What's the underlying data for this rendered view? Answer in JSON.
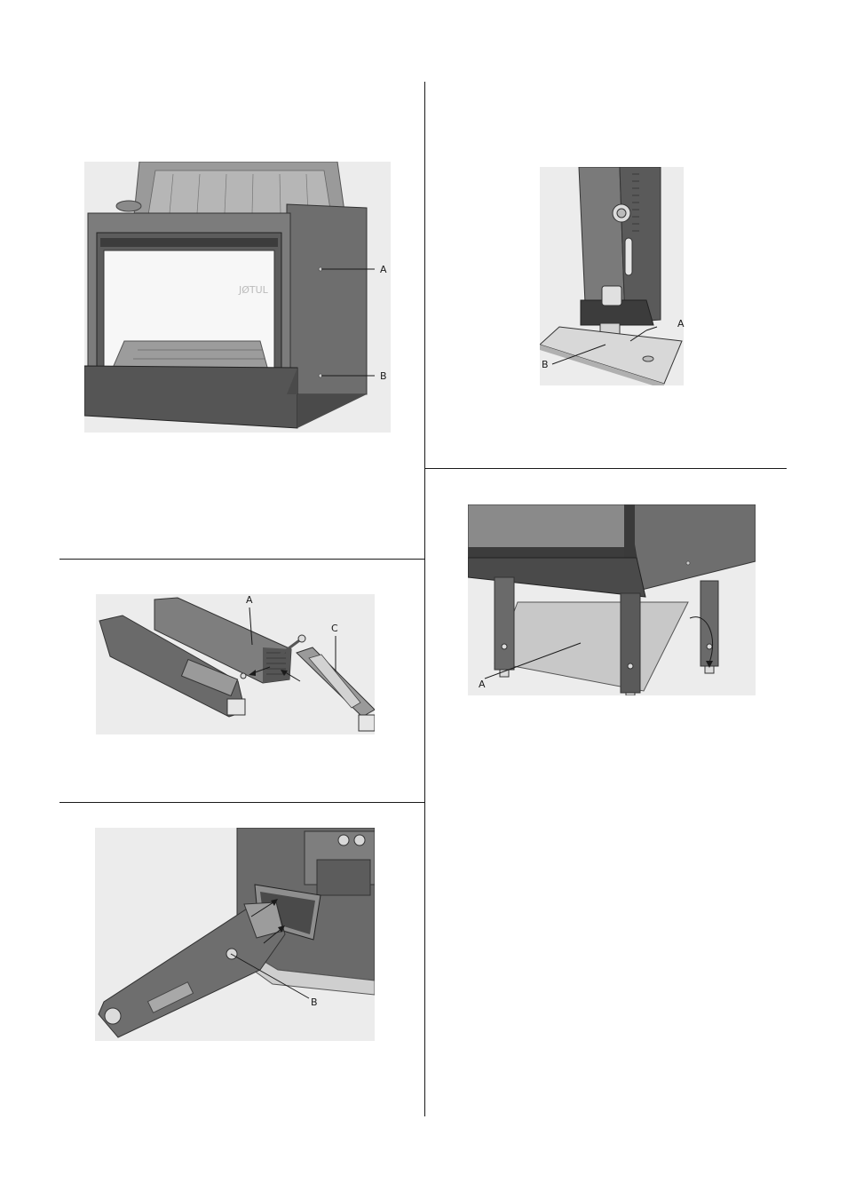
{
  "figures": {
    "fig1": {
      "label_a": "A",
      "label_b": "B"
    },
    "fig2": {
      "label_a": "A",
      "label_b": "B"
    },
    "fig3": {
      "label_a": "A",
      "label_c": "C"
    },
    "fig4": {
      "label_a": "A"
    },
    "fig5": {
      "label_b": "B"
    }
  }
}
